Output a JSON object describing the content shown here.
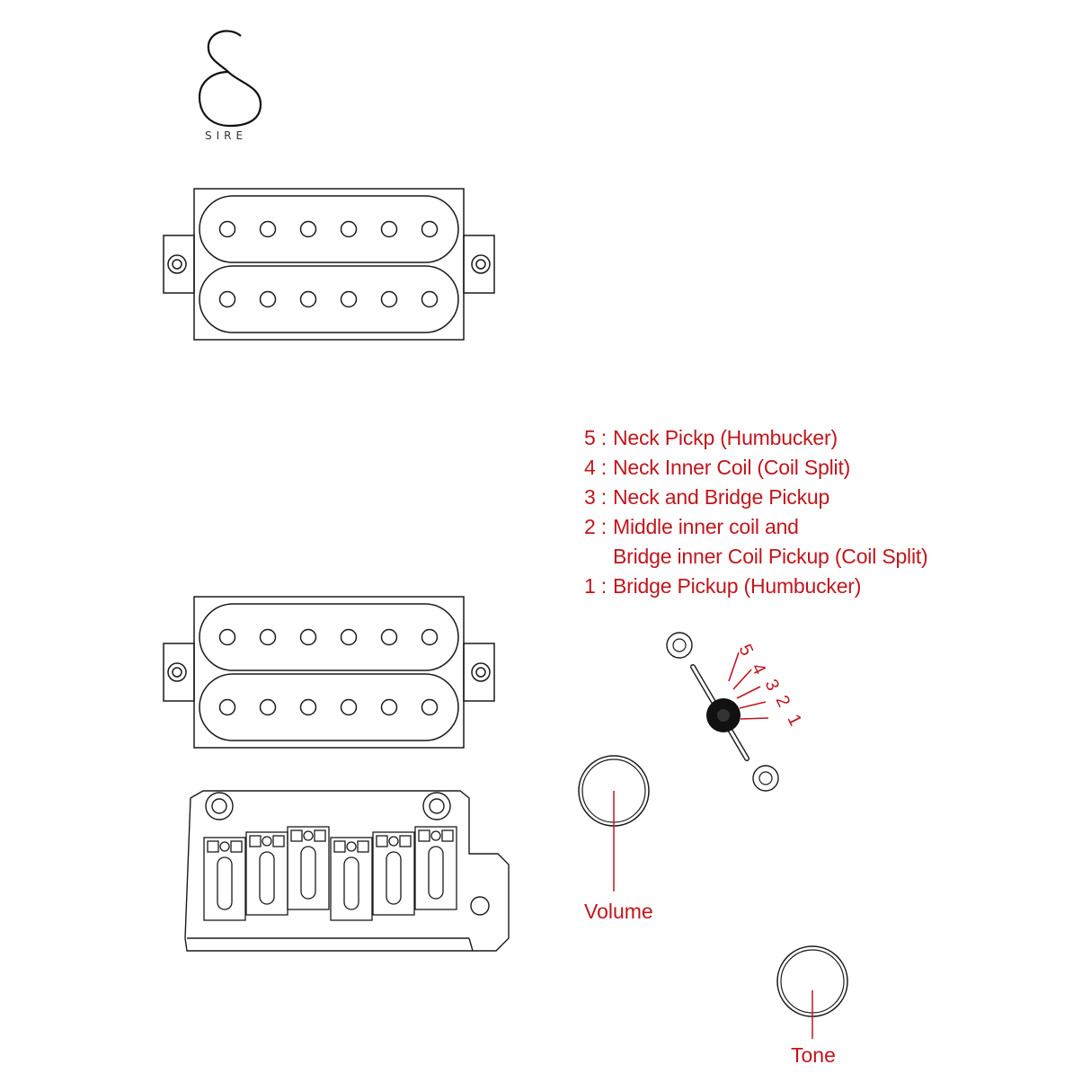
{
  "logo": {
    "name": "SIRE",
    "icon": "sire-s-logo"
  },
  "legend": [
    {
      "num": "5 :",
      "text": "Neck Pickp (Humbucker)"
    },
    {
      "num": "4 :",
      "text": "Neck Inner Coil (Coil Split)"
    },
    {
      "num": "3 :",
      "text": "Neck and Bridge Pickup"
    },
    {
      "num": "2 :",
      "text": "Middle inner coil and"
    },
    {
      "num": "",
      "text": "Bridge inner Coil Pickup (Coil Split)"
    },
    {
      "num": "1 :",
      "text": "Bridge Pickup (Humbucker)"
    }
  ],
  "switch_positions": [
    "5",
    "4",
    "3",
    "2",
    "1"
  ],
  "controls": {
    "volume": "Volume",
    "tone": "Tone"
  },
  "colors": {
    "line": "#1a1a1a",
    "accent": "#c0161c"
  }
}
